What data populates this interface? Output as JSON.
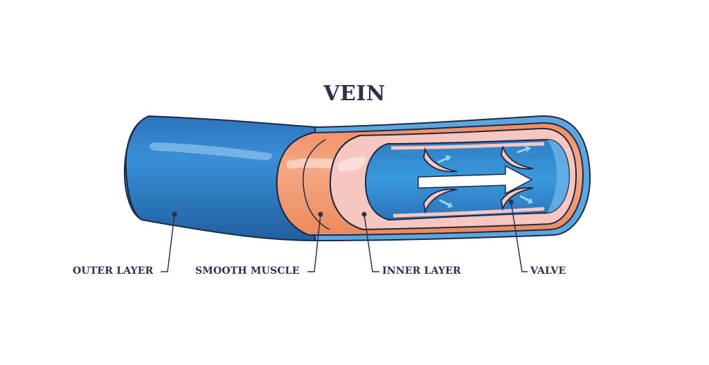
{
  "title": "VEIN",
  "labels": {
    "outer_layer": "OUTER LAYER",
    "smooth_muscle": "SMOOTH MUSCLE",
    "inner_layer": "INNER LAYER",
    "valve": "VALVE"
  },
  "colors": {
    "outer_blue": "#2f80c8",
    "outer_blue_dark": "#1f5f9f",
    "muscle_orange": "#f4a078",
    "muscle_light": "#f8c0a0",
    "inner_pink": "#f6c8c4",
    "lumen_blue": "#3690d6",
    "outline": "#1e2744",
    "arrow_white": "#ffffff",
    "small_arrow": "#7fd0ee"
  }
}
